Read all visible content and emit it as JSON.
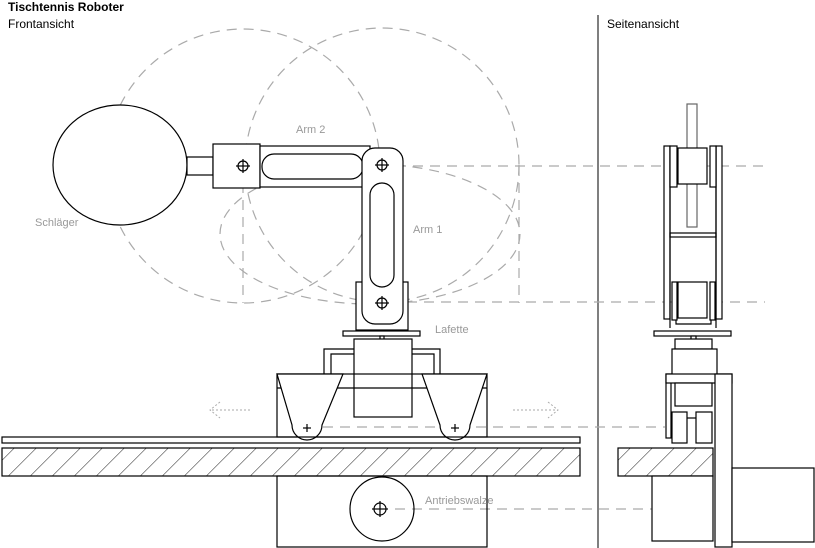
{
  "title": "Tischtennis Roboter",
  "views": {
    "front": "Frontansicht",
    "side": "Seitenansicht"
  },
  "labels": {
    "arm2": "Arm 2",
    "arm1": "Arm 1",
    "racket": "Schläger",
    "mount": "Lafette",
    "drive_roller": "Antriebswalze"
  }
}
